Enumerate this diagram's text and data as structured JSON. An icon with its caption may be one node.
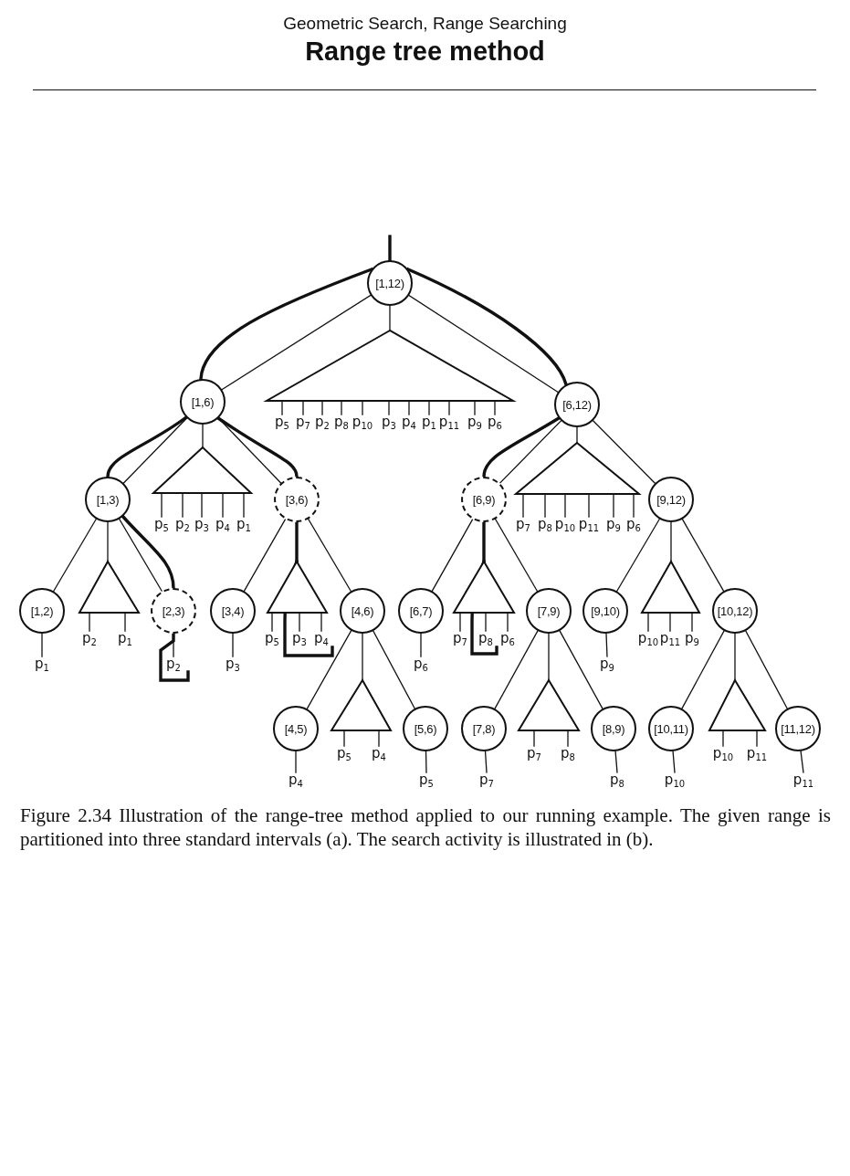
{
  "diagram": {
    "title": "Range tree method",
    "caption": "Figure 2.34 Illustration of the range-tree method applied to our running example. The given range is partitioned into three standard intervals (a). The search activity is illustrated in (b).",
    "labels": [
      "Geometric Search, Range Searching"
    ],
    "nodes": [
      {
        "text": [
          "[1,12)"
        ]
      },
      {
        "text": [
          "[1,6)"
        ]
      },
      {
        "text": [],
        "shape": "triangle"
      },
      {
        "text": [
          "[6,12)"
        ]
      },
      {
        "text": [
          "p$_{5}$"
        ]
      },
      {
        "text": [
          "p$_{7}$"
        ]
      },
      {
        "text": [
          "p$_{2}$"
        ]
      },
      {
        "text": [
          "p$_{8}$"
        ]
      },
      {
        "text": [
          "p$_{10}$"
        ]
      },
      {
        "text": [
          "p$_{3}$"
        ]
      },
      {
        "text": [
          "p$_{4}$"
        ]
      },
      {
        "text": [
          "p$_{1}$"
        ]
      },
      {
        "text": [
          "p$_{11}$"
        ]
      },
      {
        "text": [
          "p$_{9}$"
        ]
      },
      {
        "text": [
          "p$_{6}$"
        ]
      },
      {
        "text": [
          "[1,3)"
        ]
      },
      {
        "text": [],
        "shape": "triangle"
      },
      {
        "text": [
          "[3,6)"
        ]
      },
      {
        "text": [
          "[6,9)"
        ]
      },
      {
        "text": [],
        "shape": "triangle"
      },
      {
        "text": [
          "[9,12)"
        ]
      },
      {
        "text": [
          "p$_{5}$"
        ]
      },
      {
        "text": [
          "p$_{2}$"
        ]
      },
      {
        "text": [
          "p$_{3}$"
        ]
      },
      {
        "text": [
          "p$_{4}$"
        ]
      },
      {
        "text": [
          "p$_{1}$"
        ]
      },
      {
        "text": [
          "p$_{7}$"
        ]
      },
      {
        "text": [
          "p$_{8}$"
        ]
      },
      {
        "text": [
          "p$_{10}$"
        ]
      },
      {
        "text": [
          "p$_{11}$"
        ]
      },
      {
        "text": [
          "p$_{9}$"
        ]
      },
      {
        "text": [
          "p$_{6}$"
        ]
      },
      {
        "text": [
          "[1,2)"
        ]
      },
      {
        "text": [],
        "shape": "triangle"
      },
      {
        "text": [
          "[2,3)"
        ]
      },
      {
        "text": [
          "[3,4)"
        ]
      },
      {
        "text": [],
        "shape": "triangle"
      },
      {
        "text": [
          "[4,6)"
        ]
      },
      {
        "text": [
          "[6,7)"
        ]
      },
      {
        "text": [],
        "shape": "triangle"
      },
      {
        "text": [
          "[7,9)"
        ]
      },
      {
        "text": [
          "[9,10)"
        ]
      },
      {
        "text": [],
        "shape": "triangle"
      },
      {
        "text": [
          "[10,12)"
        ]
      },
      {
        "text": [
          "p$_{2}$"
        ]
      },
      {
        "text": [
          "p$_{1}$"
        ]
      },
      {
        "text": [
          "p$_{5}$"
        ]
      },
      {
        "text": [
          "p$_{3}$"
        ]
      },
      {
        "text": [
          "p$_{4}$"
        ]
      },
      {
        "text": [
          "p$_{7}$"
        ]
      },
      {
        "text": [
          "p$_{8}$"
        ]
      },
      {
        "text": [
          "p$_{6}$"
        ]
      },
      {
        "text": [
          "p$_{10}$"
        ]
      },
      {
        "text": [
          "p$_{11}$"
        ]
      },
      {
        "text": [
          "p$_{9}$"
        ]
      },
      {
        "text": [
          "p$_{1}$"
        ]
      },
      {
        "text": [
          "p$_{2}$"
        ]
      },
      {
        "text": [
          "p$_{3}$"
        ]
      },
      {
        "text": [
          "p$_{6}$"
        ]
      },
      {
        "text": [
          "p$_{9}$"
        ]
      },
      {
        "text": [
          "[4,5)"
        ]
      },
      {
        "text": [],
        "shape": "triangle"
      },
      {
        "text": [
          "[5,6)"
        ]
      },
      {
        "text": [
          "[7,8)"
        ]
      },
      {
        "text": [],
        "shape": "triangle"
      },
      {
        "text": [
          "[8,9)"
        ]
      },
      {
        "text": [
          "[10,11)"
        ]
      },
      {
        "text": [],
        "shape": "triangle"
      },
      {
        "text": [
          "[11,12)"
        ]
      },
      {
        "text": [
          "p$_{5}$"
        ]
      },
      {
        "text": [
          "p$_{4}$"
        ]
      },
      {
        "text": [
          "p$_{7}$"
        ]
      },
      {
        "text": [
          "p$_{8}$"
        ]
      },
      {
        "text": [
          "p$_{10}$"
        ]
      },
      {
        "text": [
          "p$_{11}$"
        ]
      },
      {
        "text": [
          "p$_{4}$"
        ]
      },
      {
        "text": [
          "p$_{5}$"
        ]
      },
      {
        "text": [
          "p$_{7}$"
        ]
      },
      {
        "text": [
          "p$_{8}$"
        ]
      },
      {
        "text": [
          "p$_{10}$"
        ]
      },
      {
        "text": [
          "p$_{11}$"
        ]
      }
    ],
    "edges": [
      {
        "from": 0,
        "to": 1,
        "arrow": "none"
      },
      {
        "from": 0,
        "to": 2,
        "arrow": "none"
      },
      {
        "from": 0,
        "to": 3,
        "arrow": "none"
      },
      {
        "from": 2,
        "to": 4,
        "arrow": "none"
      },
      {
        "from": 2,
        "to": 5,
        "arrow": "none"
      },
      {
        "from": 2,
        "to": 6,
        "arrow": "none"
      },
      {
        "from": 2,
        "to": 7,
        "arrow": "none"
      },
      {
        "from": 2,
        "to": 8,
        "arrow": "none"
      },
      {
        "from": 2,
        "to": 9,
        "arrow": "none"
      },
      {
        "from": 2,
        "to": 10,
        "arrow": "none"
      },
      {
        "from": 2,
        "to": 11,
        "arrow": "none"
      },
      {
        "from": 2,
        "to": 12,
        "arrow": "none"
      },
      {
        "from": 2,
        "to": 13,
        "arrow": "none"
      },
      {
        "from": 2,
        "to": 14,
        "arrow": "none"
      },
      {
        "from": 1,
        "to": 15,
        "arrow": "none"
      },
      {
        "from": 1,
        "to": 16,
        "arrow": "none"
      },
      {
        "from": 1,
        "to": 17,
        "arrow": "none"
      },
      {
        "from": 3,
        "to": 18,
        "arrow": "none"
      },
      {
        "from": 3,
        "to": 19,
        "arrow": "none"
      },
      {
        "from": 3,
        "to": 20,
        "arrow": "none"
      },
      {
        "from": 16,
        "to": 21,
        "arrow": "none"
      },
      {
        "from": 16,
        "to": 22,
        "arrow": "none"
      },
      {
        "from": 16,
        "to": 23,
        "arrow": "none"
      },
      {
        "from": 16,
        "to": 24,
        "arrow": "none"
      },
      {
        "from": 16,
        "to": 25,
        "arrow": "none"
      },
      {
        "from": 19,
        "to": 26,
        "arrow": "none"
      },
      {
        "from": 19,
        "to": 27,
        "arrow": "none"
      },
      {
        "from": 19,
        "to": 28,
        "arrow": "none"
      },
      {
        "from": 19,
        "to": 29,
        "arrow": "none"
      },
      {
        "from": 19,
        "to": 30,
        "arrow": "none"
      },
      {
        "from": 19,
        "to": 31,
        "arrow": "none"
      },
      {
        "from": 15,
        "to": 32,
        "arrow": "none"
      },
      {
        "from": 15,
        "to": 33,
        "arrow": "none"
      },
      {
        "from": 15,
        "to": 34,
        "arrow": "none"
      },
      {
        "from": 17,
        "to": 35,
        "arrow": "none"
      },
      {
        "from": 17,
        "to": 37,
        "arrow": "none"
      },
      {
        "from": 18,
        "to": 38,
        "arrow": "none"
      },
      {
        "from": 18,
        "to": 40,
        "arrow": "none"
      },
      {
        "from": 20,
        "to": 41,
        "arrow": "none"
      },
      {
        "from": 20,
        "to": 42,
        "arrow": "none"
      },
      {
        "from": 20,
        "to": 43,
        "arrow": "none"
      },
      {
        "from": 33,
        "to": 44,
        "arrow": "none"
      },
      {
        "from": 33,
        "to": 45,
        "arrow": "none"
      },
      {
        "from": 36,
        "to": 46,
        "arrow": "none"
      },
      {
        "from": 36,
        "to": 47,
        "arrow": "none"
      },
      {
        "from": 36,
        "to": 48,
        "arrow": "none"
      },
      {
        "from": 39,
        "to": 49,
        "arrow": "none"
      },
      {
        "from": 39,
        "to": 50,
        "arrow": "none"
      },
      {
        "from": 39,
        "to": 51,
        "arrow": "none"
      },
      {
        "from": 42,
        "to": 52,
        "arrow": "none"
      },
      {
        "from": 42,
        "to": 53,
        "arrow": "none"
      },
      {
        "from": 42,
        "to": 54,
        "arrow": "none"
      },
      {
        "from": 32,
        "to": 55,
        "arrow": "none"
      },
      {
        "from": 34,
        "to": 56,
        "arrow": "none"
      },
      {
        "from": 35,
        "to": 57,
        "arrow": "none"
      },
      {
        "from": 38,
        "to": 58,
        "arrow": "none"
      },
      {
        "from": 41,
        "to": 59,
        "arrow": "none"
      },
      {
        "from": 37,
        "to": 60,
        "arrow": "none"
      },
      {
        "from": 37,
        "to": 61,
        "arrow": "none"
      },
      {
        "from": 37,
        "to": 62,
        "arrow": "none"
      },
      {
        "from": 40,
        "to": 63,
        "arrow": "none"
      },
      {
        "from": 40,
        "to": 64,
        "arrow": "none"
      },
      {
        "from": 40,
        "to": 65,
        "arrow": "none"
      },
      {
        "from": 43,
        "to": 66,
        "arrow": "none"
      },
      {
        "from": 43,
        "to": 67,
        "arrow": "none"
      },
      {
        "from": 43,
        "to": 68,
        "arrow": "none"
      },
      {
        "from": 61,
        "to": 69,
        "arrow": "none"
      },
      {
        "from": 61,
        "to": 70,
        "arrow": "none"
      },
      {
        "from": 64,
        "to": 71,
        "arrow": "none"
      },
      {
        "from": 64,
        "to": 72,
        "arrow": "none"
      },
      {
        "from": 67,
        "to": 73,
        "arrow": "none"
      },
      {
        "from": 67,
        "to": 74,
        "arrow": "none"
      },
      {
        "from": 60,
        "to": 75,
        "arrow": "none"
      },
      {
        "from": 62,
        "to": 76,
        "arrow": "none"
      },
      {
        "from": 63,
        "to": 77,
        "arrow": "none"
      },
      {
        "from": 65,
        "to": 78,
        "arrow": "none"
      },
      {
        "from": 66,
        "to": 79,
        "arrow": "none"
      },
      {
        "from": 68,
        "to": 80,
        "arrow": "none"
      },
      {
        "from": null,
        "to": 0,
        "arrow": "none",
        "style": "thick"
      },
      {
        "from": 0,
        "to": 1,
        "arrow": "none",
        "style": "thick"
      },
      {
        "from": 1,
        "to": 15,
        "arrow": "none",
        "style": "thick"
      },
      {
        "from": 15,
        "to": 34,
        "arrow": "none",
        "style": "thick"
      },
      {
        "from": 34,
        "to": 56,
        "arrow": "none",
        "style": "thick"
      },
      {
        "from": 1,
        "to": 17,
        "arrow": "none",
        "style": "thick"
      },
      {
        "from": 17,
        "to": 36,
        "arrow": "none",
        "style": "thick"
      },
      {
        "from": 36,
        "to": 48,
        "arrow": "none",
        "style": "thick"
      },
      {
        "from": 0,
        "to": 3,
        "arrow": "none",
        "style": "thick"
      },
      {
        "from": 3,
        "to": 18,
        "arrow": "none",
        "style": "thick"
      },
      {
        "from": 18,
        "to": 39,
        "arrow": "none",
        "style": "thick"
      },
      {
        "from": 39,
        "to": 50,
        "arrow": "none",
        "style": "thick"
      }
    ]
  }
}
